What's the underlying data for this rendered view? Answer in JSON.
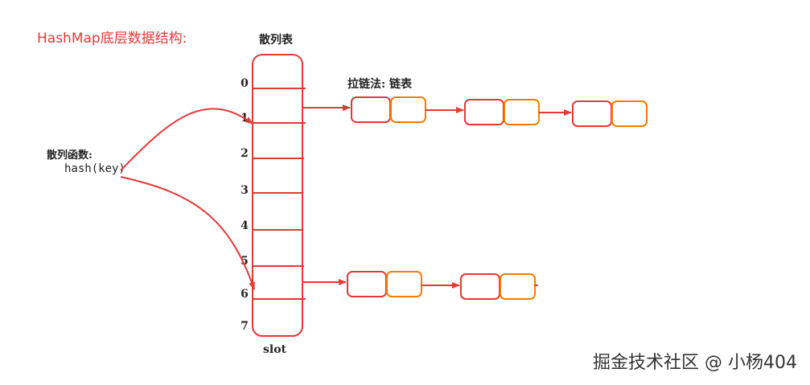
{
  "title": "HashMap底层数据结构:",
  "hash_table": {
    "title": "散列表",
    "footer": "slot",
    "indices": [
      "0",
      "1",
      "2",
      "3",
      "4",
      "5",
      "6",
      "7"
    ]
  },
  "hash_function": {
    "label": "散列函数:",
    "expression": "hash(key)"
  },
  "chaining": {
    "label": "拉链法: 链表"
  },
  "watermark": "掘金技术社区 @ 小杨404",
  "colors": {
    "title": "#e53935",
    "table_border": "#e53935",
    "node_key": "#e53935",
    "node_value": "#f57c00",
    "arrow": "#e53935"
  }
}
